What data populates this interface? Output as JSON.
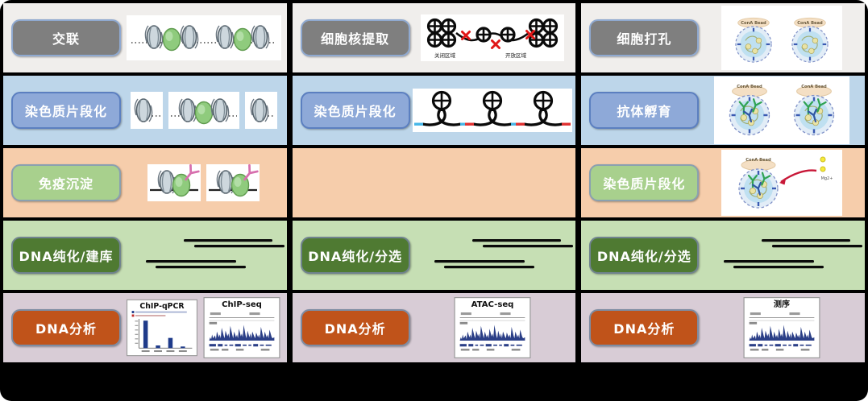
{
  "colors": {
    "frame": "#000000",
    "row_backgrounds": [
      "#f0eeec",
      "#bdd6ea",
      "#f6cdab",
      "#c6dfb4",
      "#d8ccd6"
    ],
    "button_gray": "#7f7f7f",
    "button_blue": "#8ea9d8",
    "button_light_green": "#a8d08d",
    "button_dark_green": "#4f7a32",
    "button_orange": "#c0531a",
    "track_navy": "#2b3f87",
    "loop_cyan": "#45b6e8",
    "loop_red": "#e03030"
  },
  "columns": [
    {
      "rows": [
        {
          "label": "交联"
        },
        {
          "label": "染色质片段化"
        },
        {
          "label": "免疫沉淀"
        },
        {
          "label": "DNA纯化/建库"
        },
        {
          "label": "DNA分析"
        }
      ]
    },
    {
      "rows": [
        {
          "label": "细胞核提取"
        },
        {
          "label": "染色质片段化"
        },
        {
          "label": ""
        },
        {
          "label": "DNA纯化/分选"
        },
        {
          "label": "DNA分析"
        }
      ]
    },
    {
      "rows": [
        {
          "label": "细胞打孔"
        },
        {
          "label": "抗体孵育"
        },
        {
          "label": "染色质片段化"
        },
        {
          "label": "DNA纯化/分选"
        },
        {
          "label": "DNA分析"
        }
      ]
    }
  ],
  "labels": {
    "closed_region": "关闭区域",
    "open_region": "开放区域",
    "cona_bead": "ConA Bead",
    "mg_ion": "Mg2+",
    "chip_qpcr": "ChIP-qPCR",
    "chip_seq": "ChIP-seq",
    "atac_seq": "ATAC-seq",
    "sequencing": "测序"
  }
}
